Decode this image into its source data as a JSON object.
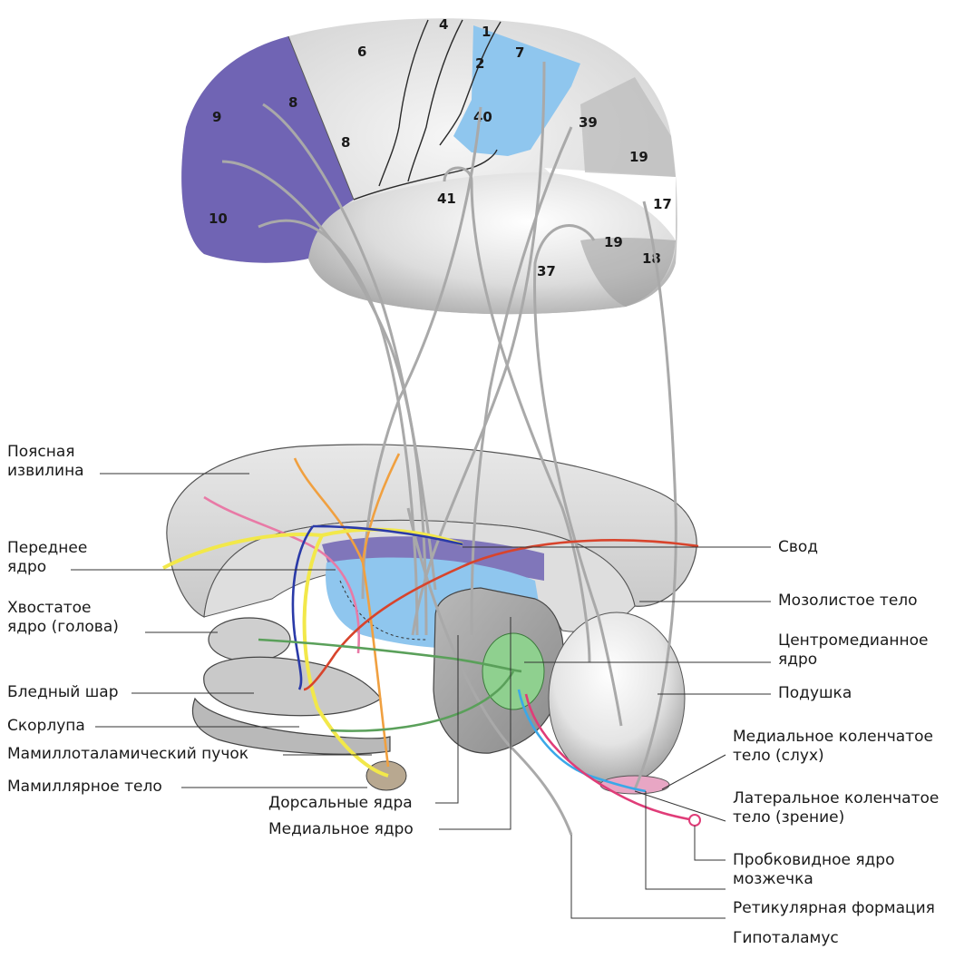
{
  "brain_areas": [
    "6",
    "4",
    "1",
    "2",
    "7",
    "8",
    "8",
    "9",
    "40",
    "39",
    "19",
    "41",
    "17",
    "10",
    "19",
    "37",
    "18"
  ],
  "labels": {
    "cingulate": "Поясная\nизвилина",
    "anterior_nucleus": "Переднее\nядро",
    "caudate": "Хвостатое\nядро (голова)",
    "globus_pallidus": "Бледный шар",
    "putamen": "Скорлупа",
    "mammillothalamic": "Мамиллоталамический пучок",
    "mammillary_body": "Мамиллярное тело",
    "dorsal_nuclei": "Дорсальные ядра",
    "medial_nucleus": "Медиальное ядро",
    "fornix": "Свод",
    "corpus_callosum": "Мозолистое тело",
    "centromedian": "Центромедианное\nядро",
    "pulvinar": "Подушка",
    "medial_geniculate": "Медиальное коленчатое\nтело (слух)",
    "lateral_geniculate": "Латеральное коленчатое\nтело (зрение)",
    "dentate_cerebellum": "Пробковидное ядро\nмозжечка",
    "reticular_formation": "Ретикулярная формация",
    "hypothalamus": "Гипоталамус"
  },
  "colors": {
    "purple": "#7064b4",
    "blue": "#8fc6ee",
    "pink": "#e87aa6",
    "green": "#5aa05a",
    "yellow": "#f2e84a",
    "orange": "#f0a040",
    "red": "#d8442c",
    "navy": "#2a3aa8",
    "cyan": "#3aa8e8",
    "magenta": "#e03c78",
    "gray_fiber": "#a9a9a9"
  }
}
